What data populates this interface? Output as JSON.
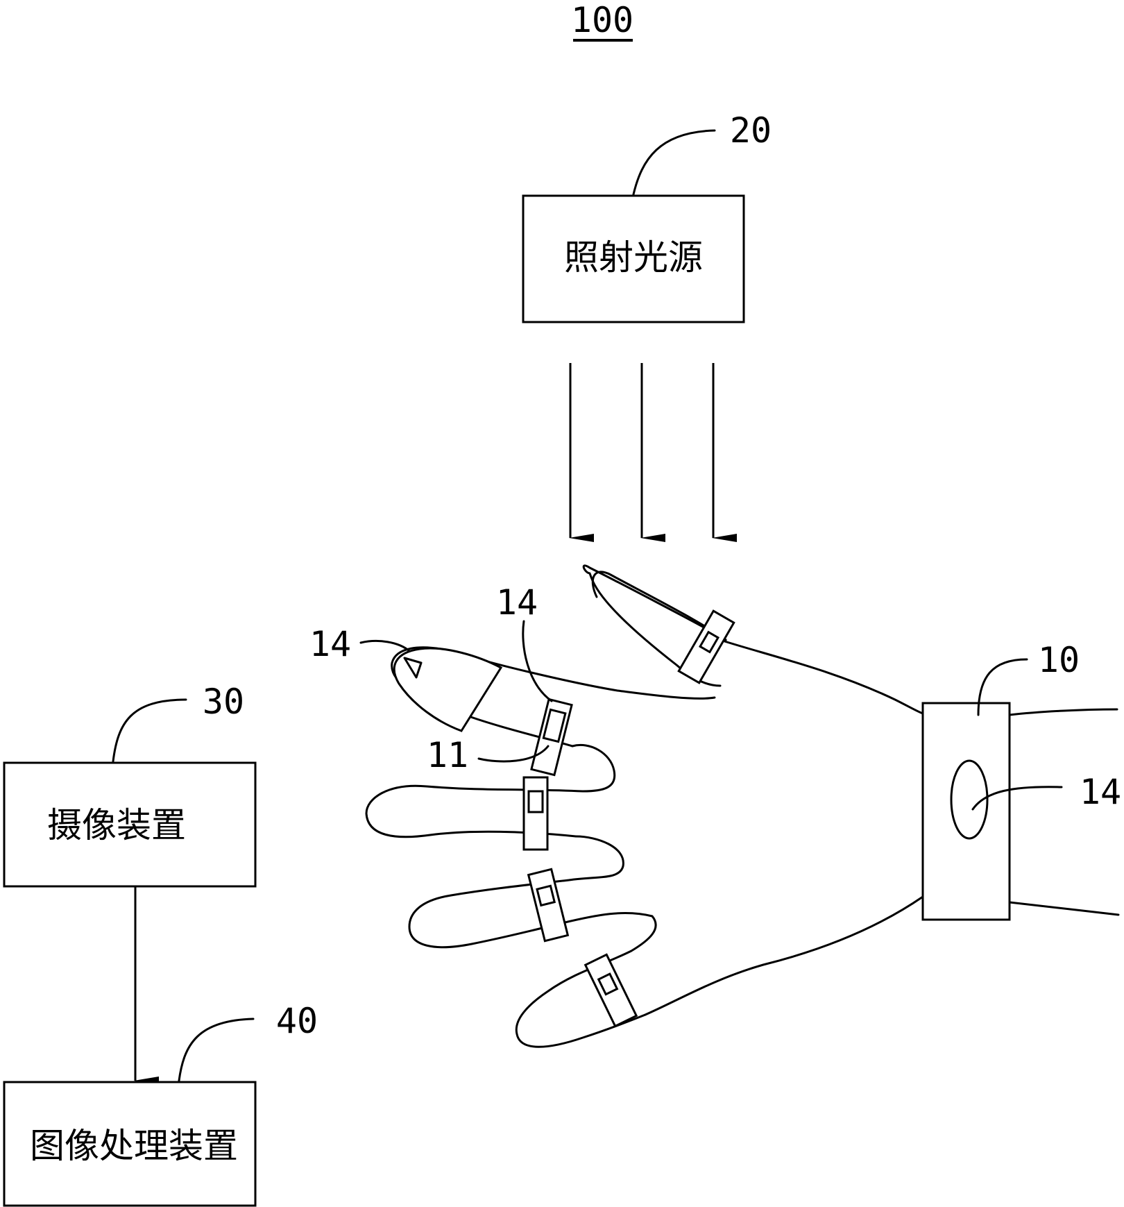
{
  "figure": {
    "number": "100"
  },
  "labels": {
    "light_source_ref": "20",
    "light_source": "照射光源",
    "camera_ref": "30",
    "camera": "摄像装置",
    "processor_ref": "40",
    "processor": "图像处理装置",
    "wristband_ref": "10",
    "marker_ref_thumb": "14",
    "marker_ref_ring": "14",
    "marker_ref_wrist": "14",
    "finger_ring_ref": "11"
  }
}
